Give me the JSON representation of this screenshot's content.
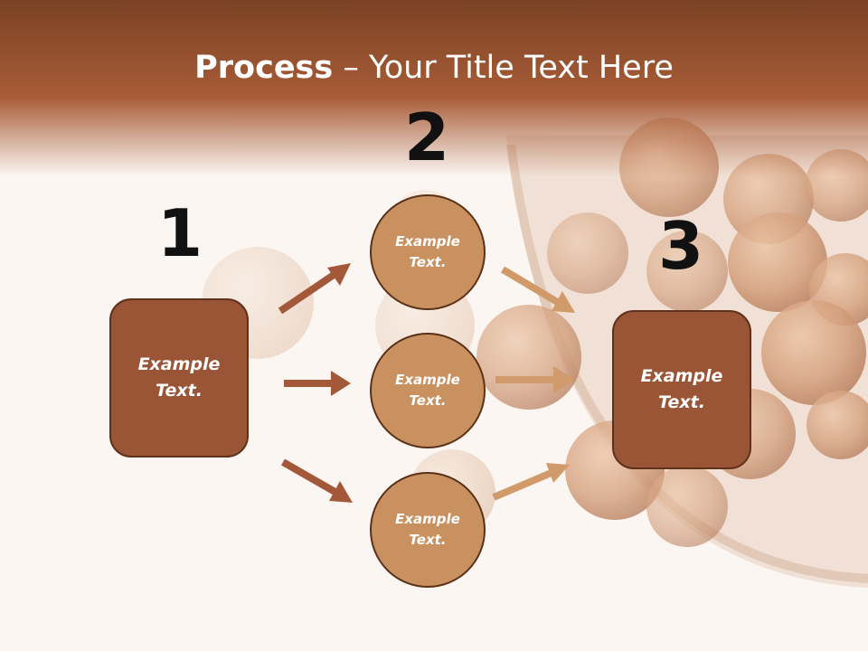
{
  "title": {
    "bold": "Process",
    "rest": " – Your Title Text Here"
  },
  "steps": [
    {
      "number": "1",
      "label_line1": "Example",
      "label_line2": "Text."
    },
    {
      "number": "2",
      "label_line1": "Example",
      "label_line2": "Text."
    },
    {
      "number": "3",
      "label_line1": "Example",
      "label_line2": "Text."
    }
  ],
  "circles": [
    {
      "line1": "Example",
      "line2": "Text."
    },
    {
      "line1": "Example",
      "line2": "Text."
    },
    {
      "line1": "Example",
      "line2": "Text."
    }
  ],
  "colors": {
    "header": "#a65a34",
    "box": "#9a5536",
    "circle": "#c9915f",
    "arrow_dark": "#a4583a",
    "arrow_light": "#d09a6a"
  }
}
